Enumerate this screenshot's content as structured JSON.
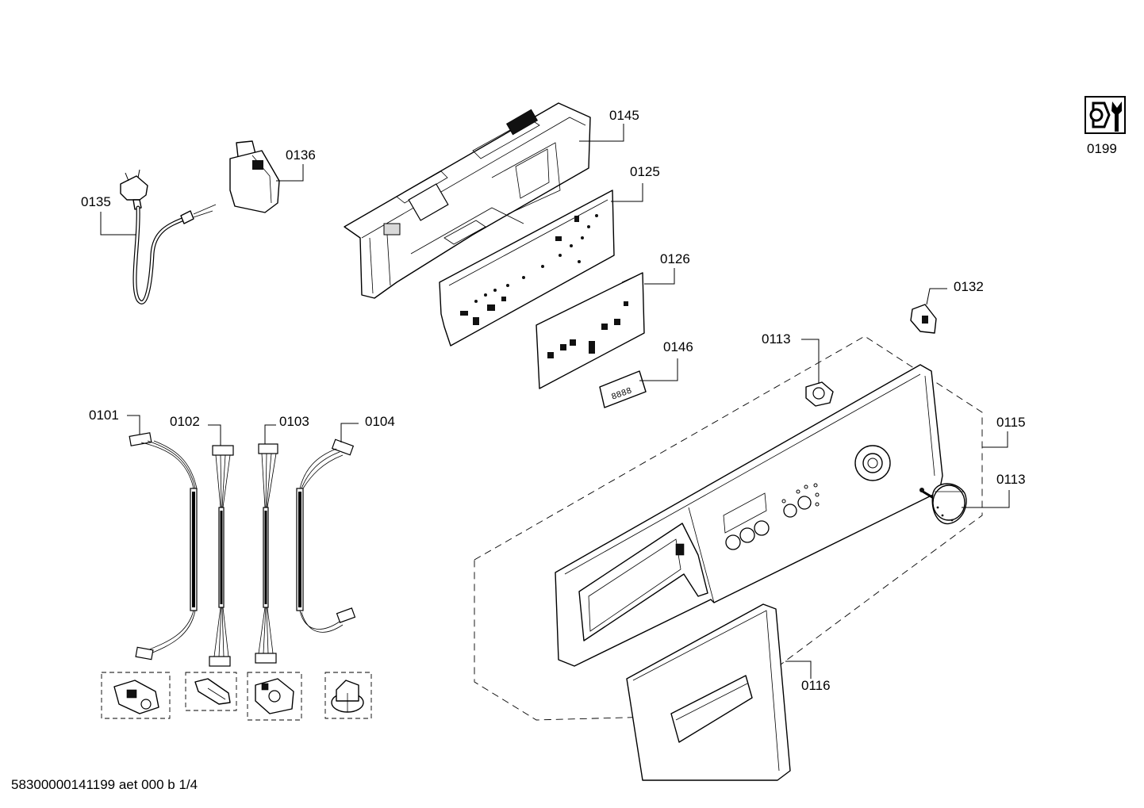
{
  "diagram": {
    "labels": {
      "p0145": "0145",
      "p0136": "0136",
      "p0135": "0135",
      "p0125": "0125",
      "p0126": "0126",
      "p0146": "0146",
      "p0132": "0132",
      "p0113a": "0113",
      "p0113b": "0113",
      "p0115": "0115",
      "p0116": "0116",
      "p0101": "0101",
      "p0102": "0102",
      "p0103": "0103",
      "p0104": "0104",
      "p0199": "0199"
    },
    "display_digits": "8888"
  },
  "footer": {
    "document_code": "58300000141199 aet 000 b 1/4"
  },
  "icons": [
    "service-tool-icon",
    "power-plug-icon"
  ],
  "colors": {
    "ink": "#000000",
    "background": "#ffffff",
    "fill": "#d9d9d9"
  }
}
